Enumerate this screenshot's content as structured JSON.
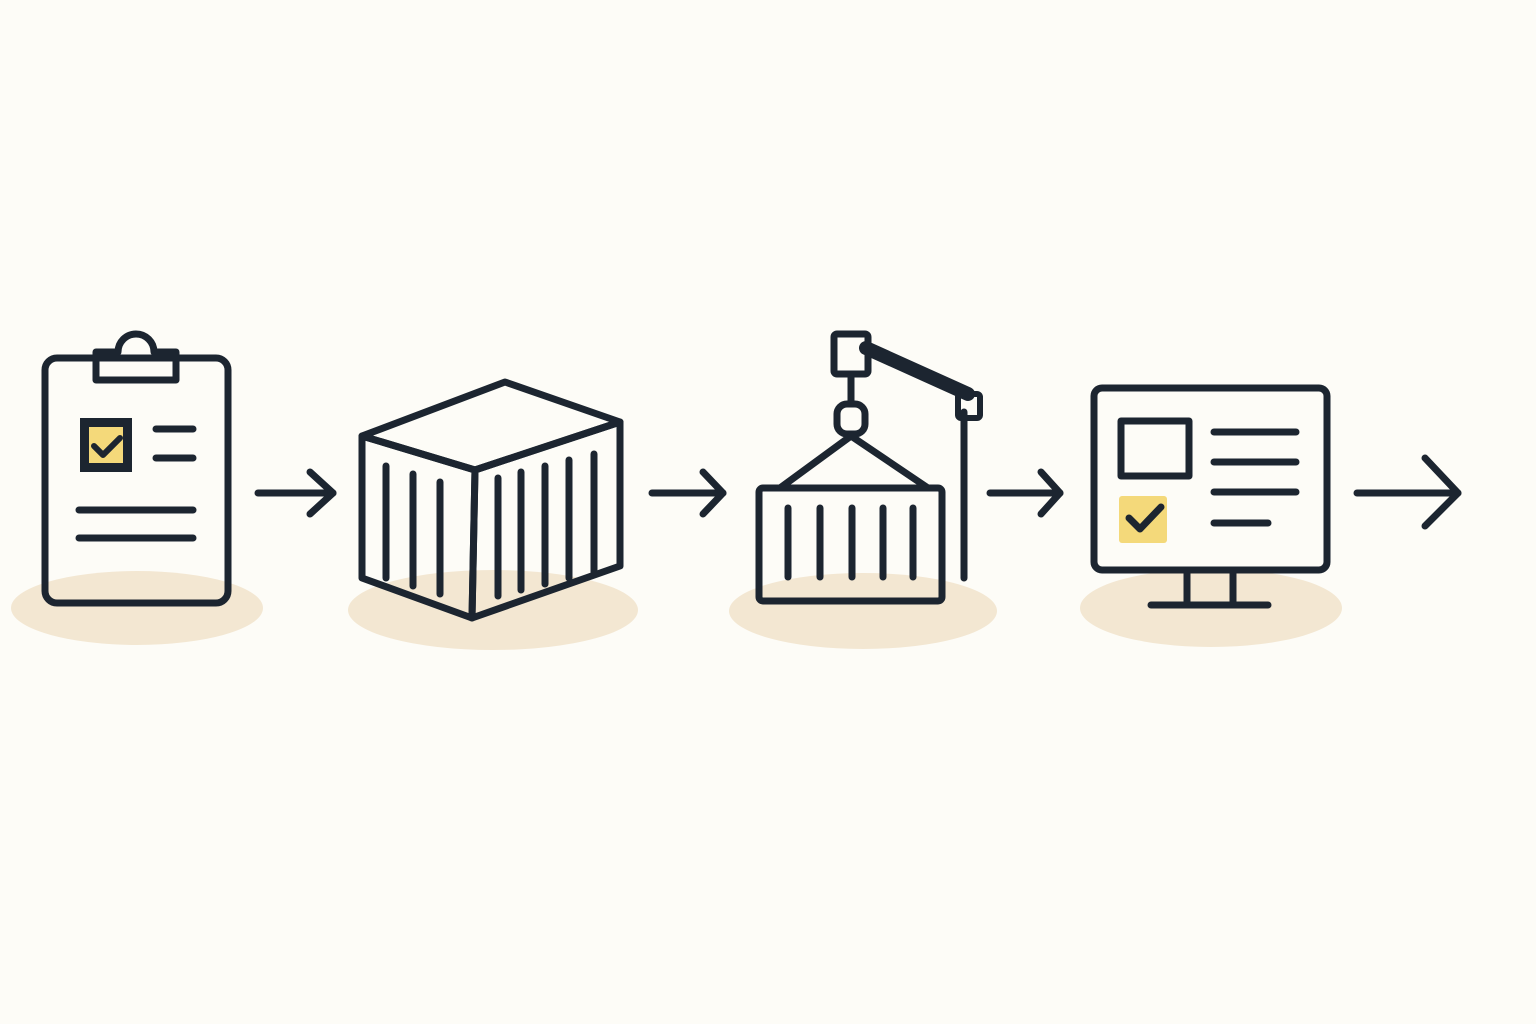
{
  "diagram": {
    "type": "process-flow",
    "steps": [
      {
        "id": "checklist",
        "icon": "clipboard-checklist-icon"
      },
      {
        "id": "container",
        "icon": "shipping-container-icon"
      },
      {
        "id": "crane",
        "icon": "crane-lifting-container-icon"
      },
      {
        "id": "monitor",
        "icon": "monitor-checklist-icon"
      }
    ],
    "connectors": [
      {
        "from": "checklist",
        "to": "container"
      },
      {
        "from": "container",
        "to": "crane"
      },
      {
        "from": "crane",
        "to": "monitor"
      },
      {
        "from": "monitor",
        "to": "next"
      }
    ]
  },
  "colors": {
    "background": "#fdfcf7",
    "outline": "#1c2530",
    "container_blue": "#4f6a8f",
    "container_top": "#5d80a6",
    "accent_yellow": "#f4d97a",
    "shadow": "#f3e7d2",
    "paper": "#ffffff"
  }
}
